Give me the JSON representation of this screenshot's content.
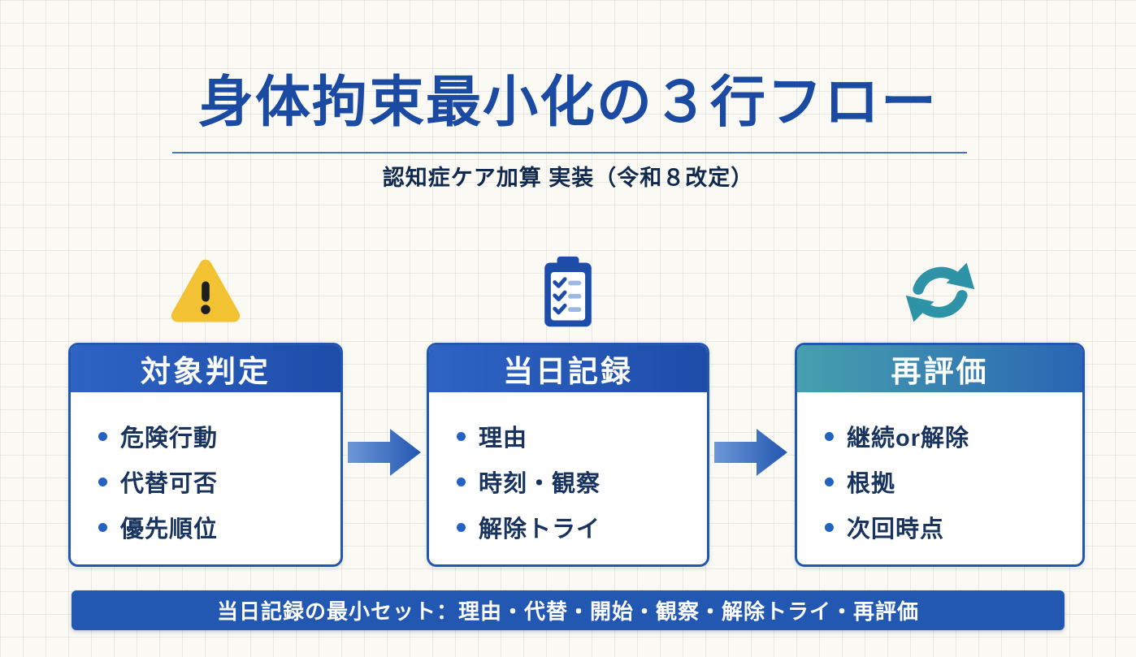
{
  "page": {
    "title": "身体拘束最小化の３行フロー",
    "subtitle": "認知症ケア加算 実装（令和８改定）"
  },
  "steps": [
    {
      "icon": "warning-icon",
      "header": "対象判定",
      "items": [
        "危険行動",
        "代替可否",
        "優先順位"
      ]
    },
    {
      "icon": "clipboard-checklist-icon",
      "header": "当日記録",
      "items": [
        "理由",
        "時刻・観察",
        "解除トライ"
      ]
    },
    {
      "icon": "refresh-icon",
      "header": "再評価",
      "items": [
        "継続or解除",
        "根拠",
        "次回時点"
      ]
    }
  ],
  "footer": {
    "text": "当日記録の最小セット：理由・代替・開始・観察・解除トライ・再評価"
  },
  "colors": {
    "primary_blue": "#1b4aa2",
    "header_blue": "#2257b0",
    "header_teal": "#46a0ae",
    "warning_yellow": "#f2c233",
    "refresh_teal": "#2f93a8",
    "text_navy": "#17335e",
    "footer_blue": "#2257b2",
    "background": "#faf9f4"
  }
}
